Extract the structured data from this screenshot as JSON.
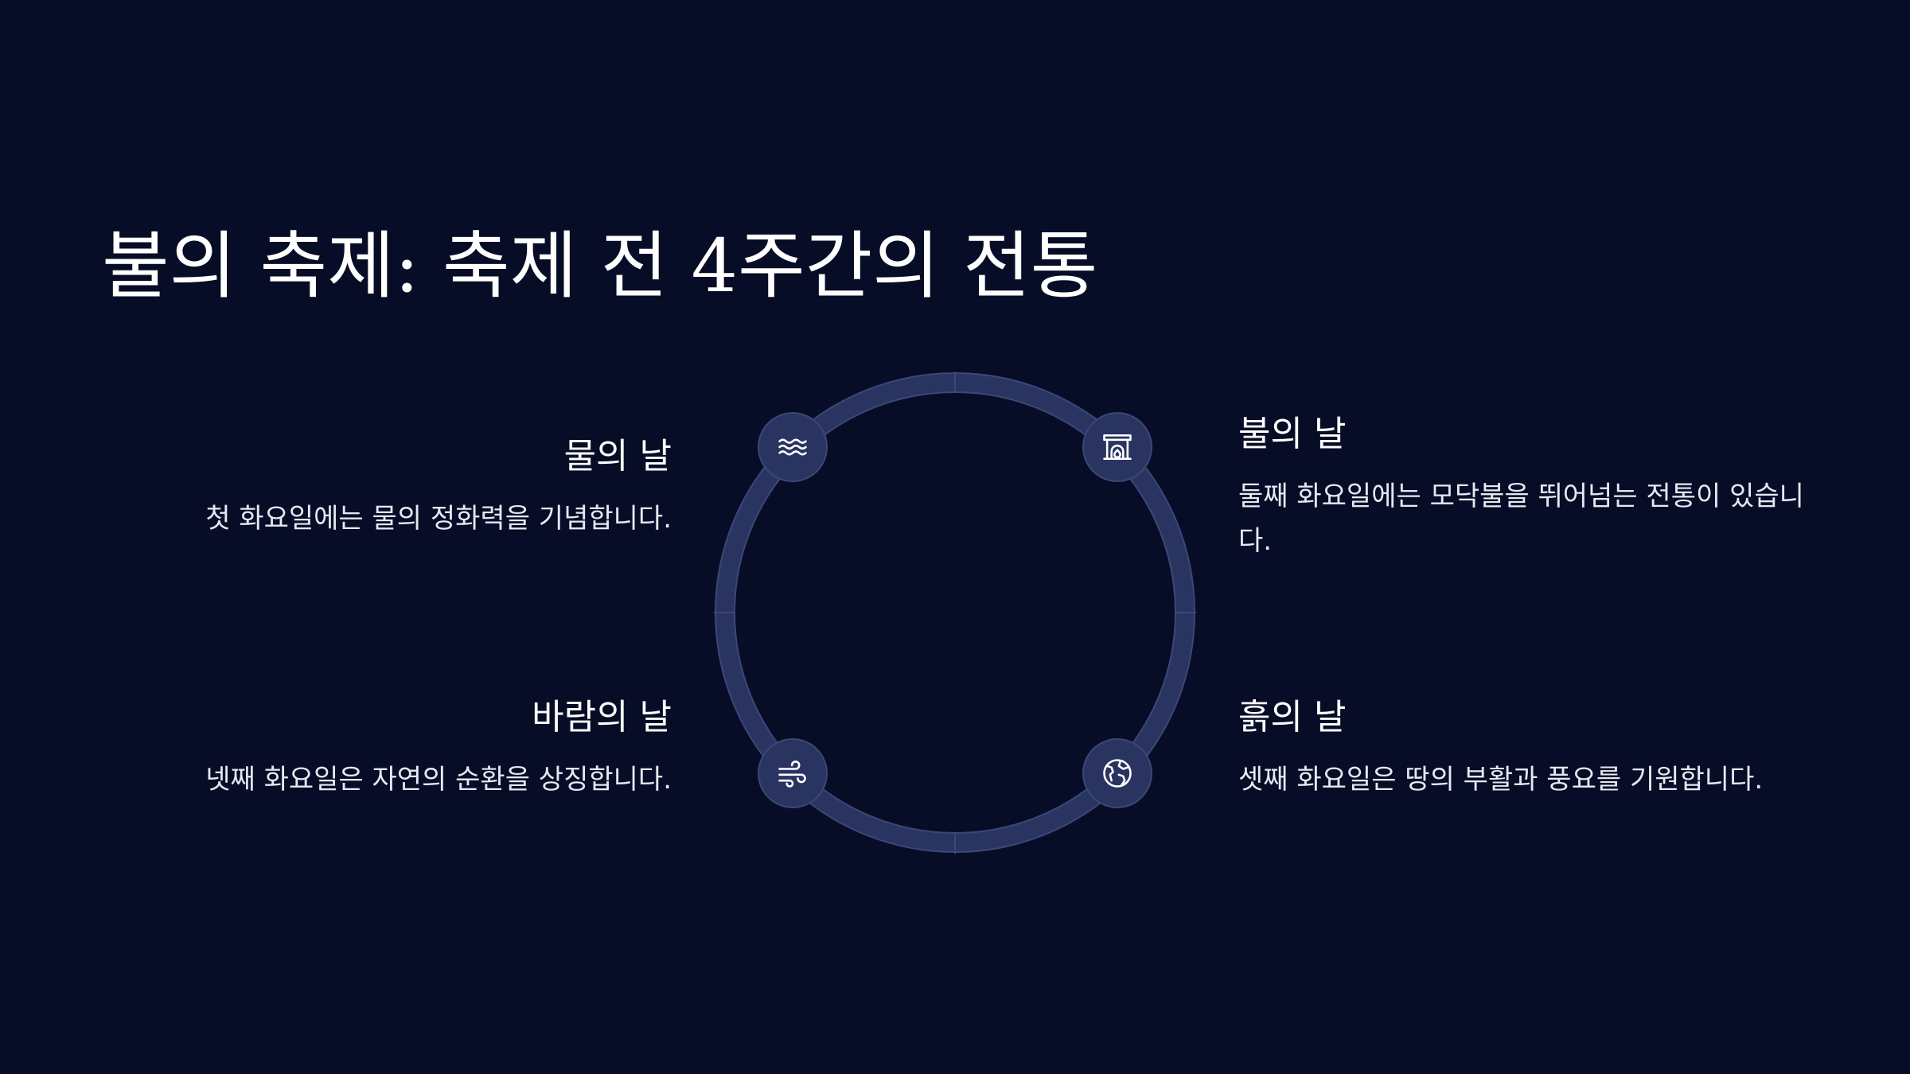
{
  "slide": {
    "title": "불의 축제: 축제 전 4주간의 전통",
    "items": [
      {
        "title": "물의 날",
        "description": "첫 화요일에는 물의 정화력을 기념합니다.",
        "icon": "waves-icon"
      },
      {
        "title": "불의 날",
        "description": "둘째 화요일에는 모닥불을 뛰어넘는 전통이 있습니다.",
        "icon": "fireplace-icon"
      },
      {
        "title": "바람의 날",
        "description": "넷째 화요일은 자연의 순환을 상징합니다.",
        "icon": "wind-icon"
      },
      {
        "title": "흙의 날",
        "description": "셋째 화요일은 땅의 부활과 풍요를 기원합니다.",
        "icon": "globe-icon"
      }
    ]
  },
  "colors": {
    "background": "#070d26",
    "ring": "#2a3461",
    "badge": "#2a3461",
    "text": "#ffffff"
  }
}
